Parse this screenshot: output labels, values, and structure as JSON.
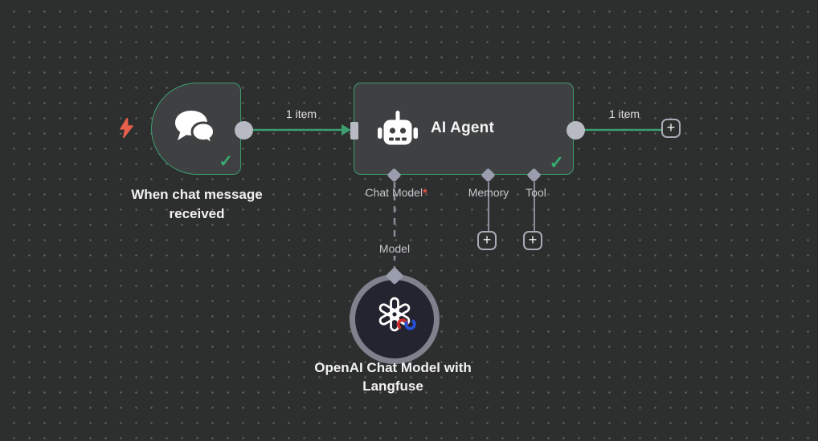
{
  "colors": {
    "canvas_bg": "#2d2e2e",
    "node_fill": "#3f4041",
    "success_green": "#3d9e6e",
    "check_green": "#36ac71",
    "connector_gray": "#b7bac3",
    "diamond_gray": "#9a9dae",
    "model_ring_gray": "#7f818d",
    "model_fill_navy": "#23242f",
    "trigger_bolt_red": "#e8604c",
    "required_red": "#ef5545"
  },
  "icons": {
    "check_glyph": "✓",
    "plus_glyph": "+",
    "bolt": "lightning-bolt",
    "trigger": "chat-bubbles",
    "agent": "robot",
    "model": "openai-logo-with-langfuse-badge"
  },
  "trigger_node": {
    "label": "When chat message received"
  },
  "agent_node": {
    "title": "AI Agent",
    "endpoints": {
      "chat_model": {
        "label": "Chat Model",
        "required_marker": "*"
      },
      "memory": {
        "label": "Memory"
      },
      "tool": {
        "label": "Tool"
      }
    }
  },
  "model_node": {
    "label": "OpenAI Chat Model with Langfuse",
    "wire_label": "Model"
  },
  "connections": {
    "trigger_to_agent_label": "1 item",
    "agent_output_label": "1 item"
  }
}
